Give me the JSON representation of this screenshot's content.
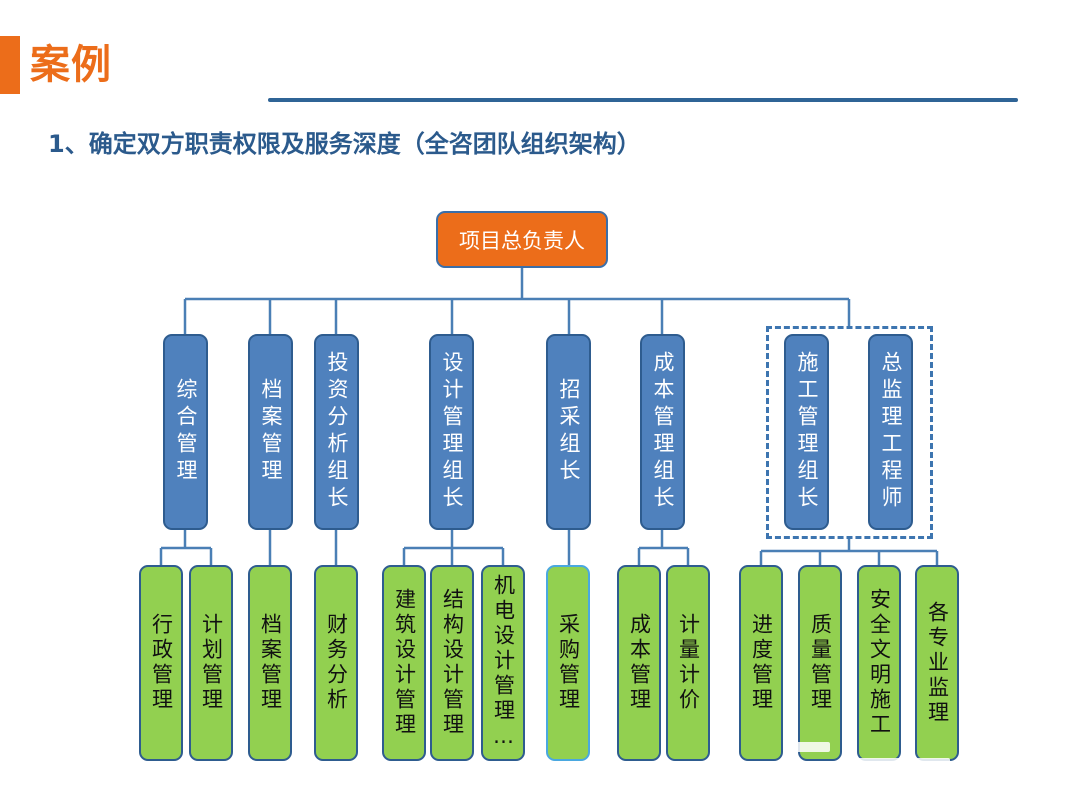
{
  "slide": {
    "title": "案例",
    "subtitle": "1、确定双方职责权限及服务深度（全咨团队组织架构）"
  },
  "org": {
    "root": "项目总负责人",
    "level2": [
      "综合管理",
      "档案管理",
      "投资分析组长",
      "设计管理组长",
      "招采组长",
      "成本管理组长",
      "施工管理组长",
      "总监理工程师"
    ],
    "level3": [
      "行政管理",
      "计划管理",
      "档案管理",
      "财务分析",
      "建筑设计管理",
      "结构设计管理",
      "机电设计管理…",
      "采购管理",
      "成本管理",
      "计量计价",
      "进度管理",
      "质量管理",
      "安全文明施工",
      "各专业监理"
    ]
  },
  "colors": {
    "accent_orange": "#ec6d1a",
    "title_blue": "#2b5a8c",
    "level2_blue": "#4f81bd",
    "level3_green": "#92d050",
    "connector": "#4a7fb5"
  }
}
